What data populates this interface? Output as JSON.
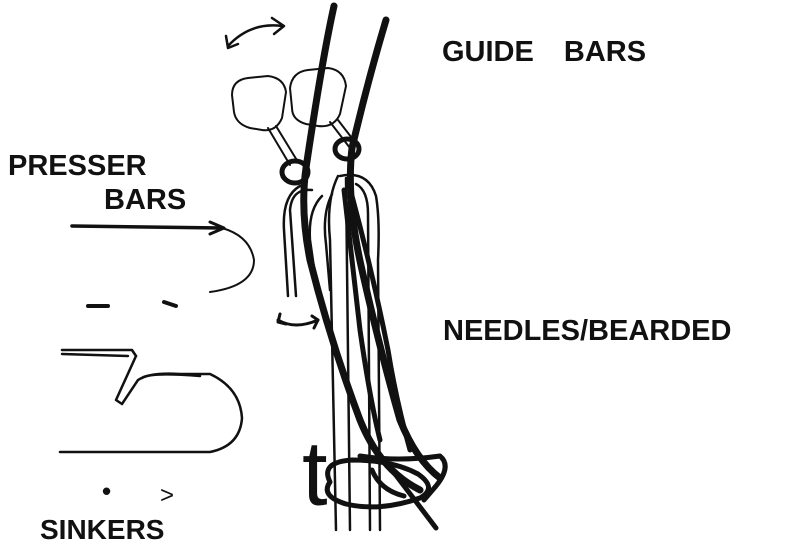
{
  "labels": {
    "guide_bars": "GUIDE BARS",
    "presser_line1": "PRESSER",
    "presser_line2": "BARS",
    "needles": "NEEDLES/BEARDED",
    "sinkers": "SINKERS",
    "t_mark": "t",
    "dot_mark": "•",
    "gt_mark": ">"
  },
  "colors": {
    "ink": "#111111",
    "background": "#ffffff"
  }
}
